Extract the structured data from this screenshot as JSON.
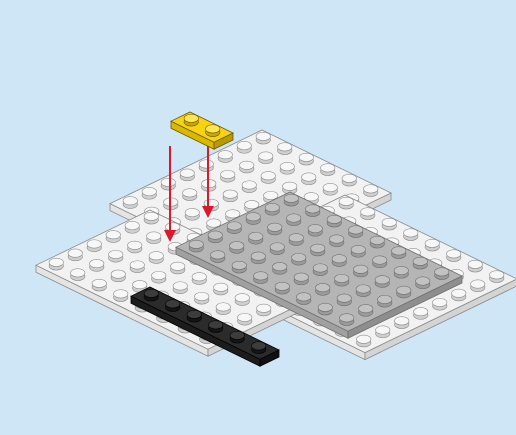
{
  "illustration": {
    "background_color": "#cfe6f7",
    "plate_white_color": "#f2f2f2",
    "plate_grey_color": "#b5b5b5",
    "plate_black_color": "#2b2b2b",
    "plate_yellow_color": "#f5d312",
    "arrow_color": "#d9192c",
    "plates": [
      {
        "name": "white-plate-back-right",
        "color": "white",
        "studs_a": 6,
        "studs_b": 8
      },
      {
        "name": "white-plate-left",
        "color": "white",
        "studs_a": 8,
        "studs_b": 6
      },
      {
        "name": "white-plate-front-right",
        "color": "white",
        "studs_a": 8,
        "studs_b": 8
      },
      {
        "name": "grey-tile",
        "color": "grey",
        "studs_a": 8,
        "studs_b": 6
      },
      {
        "name": "black-plate",
        "color": "black",
        "studs_a": 6,
        "studs_b": 1
      },
      {
        "name": "yellow-plate",
        "color": "yellow",
        "studs_a": 2,
        "studs_b": 1
      }
    ],
    "arrows": 2
  }
}
